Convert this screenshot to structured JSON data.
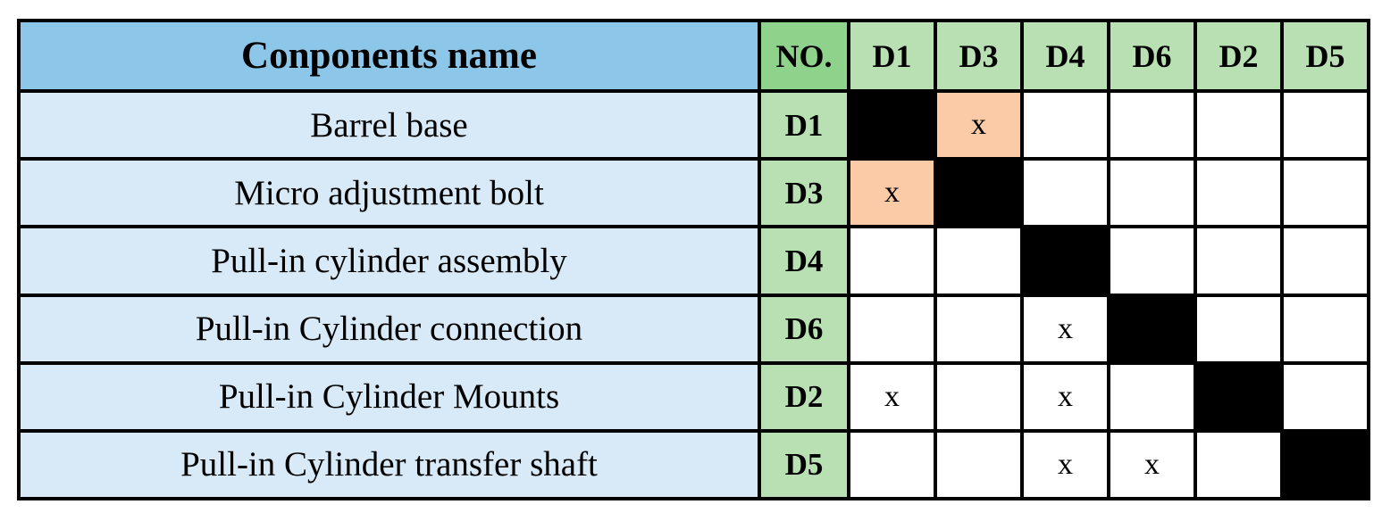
{
  "table": {
    "header": {
      "name_label": "Conponents name",
      "no_label": "NO.",
      "columns": [
        "D1",
        "D3",
        "D4",
        "D6",
        "D2",
        "D5"
      ]
    },
    "mark_symbol": "x",
    "rows": [
      {
        "name": "Barrel base",
        "code": "D1",
        "cells": [
          "diag",
          "mark-hl",
          "",
          "",
          "",
          ""
        ]
      },
      {
        "name": "Micro adjustment bolt",
        "code": "D3",
        "cells": [
          "mark-hl",
          "diag",
          "",
          "",
          "",
          ""
        ]
      },
      {
        "name": "Pull-in cylinder assembly",
        "code": "D4",
        "cells": [
          "",
          "",
          "diag",
          "",
          "",
          ""
        ]
      },
      {
        "name": "Pull-in Cylinder connection",
        "code": "D6",
        "cells": [
          "",
          "",
          "mark",
          "diag",
          "",
          ""
        ]
      },
      {
        "name": "Pull-in Cylinder Mounts",
        "code": "D2",
        "cells": [
          "mark",
          "",
          "mark",
          "",
          "diag",
          ""
        ]
      },
      {
        "name": "Pull-in Cylinder transfer shaft",
        "code": "D5",
        "cells": [
          "",
          "",
          "mark",
          "mark",
          "",
          "diag"
        ]
      }
    ]
  },
  "colors": {
    "header_blue": "#8CC6E9",
    "row_blue": "#D8EAF7",
    "no_green": "#8ED28C",
    "code_green": "#B9E0B3",
    "mark_peach": "#FBCBA8",
    "diagonal_black": "#000000",
    "border_black": "#000000",
    "cell_white": "#FFFFFF"
  }
}
